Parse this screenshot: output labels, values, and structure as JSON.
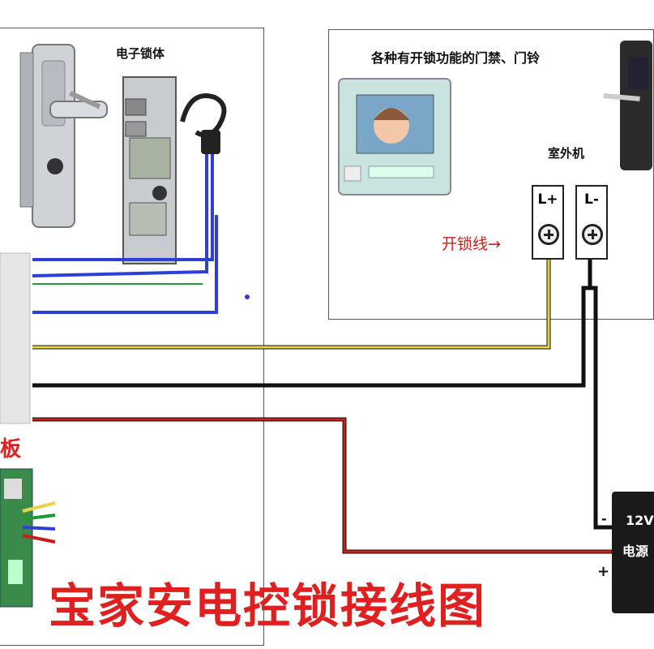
{
  "labels": {
    "lock_body": "电子锁体",
    "intercom": "各种有开锁功能的门禁、门铃",
    "outdoor_unit": "室外机",
    "unlock_wire": "开锁线→",
    "board": "板",
    "power_line1": "12V",
    "power_line2": "电源",
    "minus_sign": "-",
    "plus_sign": "+"
  },
  "terminals": {
    "l_plus": "L+",
    "l_minus": "L-"
  },
  "title": "宝家安电控锁接线图",
  "colors": {
    "blue_wire": "#2d3fd6",
    "yellow_wire": "#e8d34a",
    "black_wire": "#111111",
    "red_wire": "#c81e1e",
    "red_text": "#e02020",
    "green_wire": "#1f9a3a"
  }
}
